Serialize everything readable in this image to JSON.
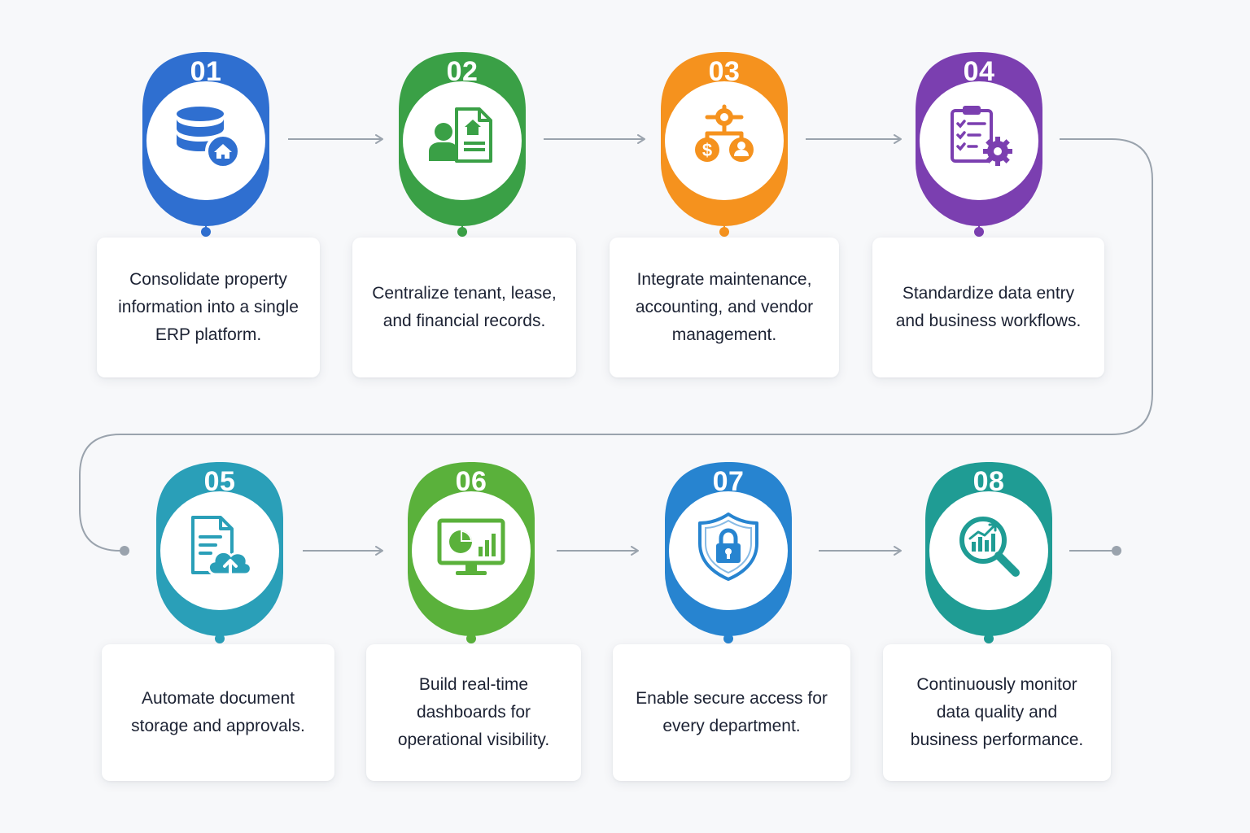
{
  "colors": {
    "background": "#f7f8fa",
    "connector": "#9aa3ad",
    "card_text": "#1c2233"
  },
  "steps": [
    {
      "number": "01",
      "icon": "database-home-icon",
      "color": "#2f6fd0",
      "text": "Consolidate property information into a single ERP platform."
    },
    {
      "number": "02",
      "icon": "tenant-document-icon",
      "color": "#3aa046",
      "text": "Centralize tenant, lease, and financial records."
    },
    {
      "number": "03",
      "icon": "gear-dollar-person-icon",
      "color": "#f5921e",
      "text": "Integrate maintenance, accounting, and vendor management."
    },
    {
      "number": "04",
      "icon": "clipboard-gear-icon",
      "color": "#7b3fb0",
      "text": "Standardize data entry and business workflows."
    },
    {
      "number": "05",
      "icon": "document-cloud-upload-icon",
      "color": "#2a9fb8",
      "text": "Automate document storage and approvals."
    },
    {
      "number": "06",
      "icon": "monitor-dashboard-icon",
      "color": "#5ab13b",
      "text": "Build real-time dashboards for operational visibility."
    },
    {
      "number": "07",
      "icon": "shield-lock-icon",
      "color": "#2784d0",
      "text": "Enable secure access for every department."
    },
    {
      "number": "08",
      "icon": "magnifier-chart-icon",
      "color": "#1f9c94",
      "text": "Continuously monitor data quality and business performance."
    }
  ]
}
